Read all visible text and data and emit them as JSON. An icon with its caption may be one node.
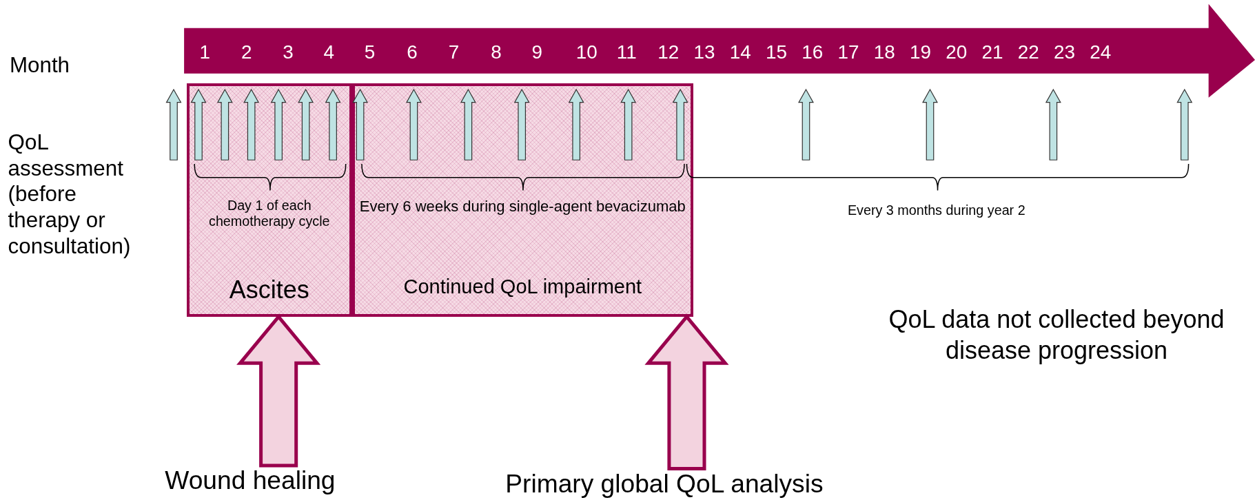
{
  "diagram": {
    "nodes": [
      {
        "text": [
          "Day 1 of each chemotherapy cycle",
          "Ascites"
        ]
      },
      {
        "text": [
          "Every 6 weeks during single-agent bevacizumab",
          "Continued QoL impairment"
        ]
      },
      {
        "text": [
          "Wound healing"
        ]
      },
      {
        "text": [
          "Primary global QoL analysis"
        ]
      }
    ],
    "edges": [
      {
        "from": 2,
        "to": 0,
        "arrow": "to",
        "style": "thick"
      },
      {
        "from": 3,
        "to": 1,
        "arrow": "to",
        "style": "thick"
      }
    ],
    "labels": [
      "Month",
      "1",
      "2",
      "3",
      "4",
      "5",
      "6",
      "7",
      "8",
      "9",
      "10",
      "11",
      "12",
      "13",
      "14",
      "15",
      "16",
      "17",
      "18",
      "19",
      "20",
      "21",
      "22",
      "23",
      "24",
      "QoL assessment (before therapy or consultation)",
      "Every 3 months during year 2",
      "QoL data not collected beyond disease progression"
    ]
  }
}
